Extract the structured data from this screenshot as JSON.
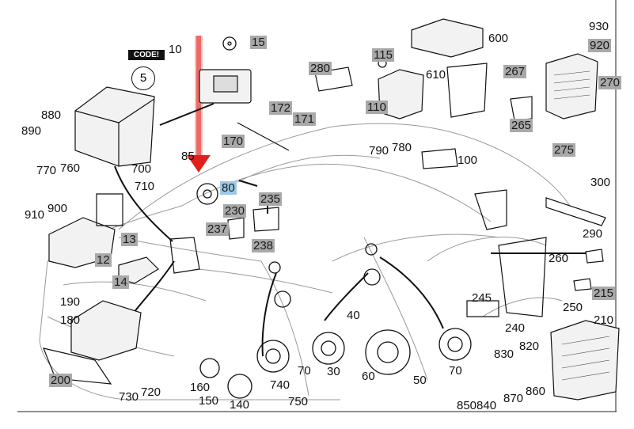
{
  "diagram": {
    "parts": [
      {
        "id": "p10",
        "text": "10",
        "style": "plain"
      },
      {
        "id": "p15",
        "text": "15",
        "style": "grey"
      },
      {
        "id": "p5",
        "text": "5",
        "style": "circle"
      },
      {
        "id": "p880",
        "text": "880",
        "style": "plain"
      },
      {
        "id": "p890",
        "text": "890",
        "style": "plain"
      },
      {
        "id": "p770",
        "text": "770",
        "style": "plain"
      },
      {
        "id": "p760",
        "text": "760",
        "style": "plain"
      },
      {
        "id": "p910",
        "text": "910",
        "style": "plain"
      },
      {
        "id": "p900",
        "text": "900",
        "style": "plain"
      },
      {
        "id": "p13",
        "text": "13",
        "style": "grey"
      },
      {
        "id": "p12",
        "text": "12",
        "style": "grey"
      },
      {
        "id": "p14",
        "text": "14",
        "style": "grey"
      },
      {
        "id": "p190",
        "text": "190",
        "style": "plain"
      },
      {
        "id": "p180",
        "text": "180",
        "style": "plain"
      },
      {
        "id": "p200",
        "text": "200",
        "style": "grey"
      },
      {
        "id": "p730",
        "text": "730",
        "style": "plain"
      },
      {
        "id": "p720",
        "text": "720",
        "style": "plain"
      },
      {
        "id": "p700",
        "text": "700",
        "style": "plain"
      },
      {
        "id": "p710",
        "text": "710",
        "style": "plain"
      },
      {
        "id": "p85",
        "text": "85",
        "style": "plain"
      },
      {
        "id": "p80",
        "text": "80",
        "style": "blue"
      },
      {
        "id": "p235",
        "text": "235",
        "style": "grey"
      },
      {
        "id": "p230",
        "text": "230",
        "style": "grey"
      },
      {
        "id": "p237",
        "text": "237",
        "style": "grey"
      },
      {
        "id": "p238",
        "text": "238",
        "style": "grey"
      },
      {
        "id": "p170",
        "text": "170",
        "style": "grey"
      },
      {
        "id": "p172",
        "text": "172",
        "style": "grey"
      },
      {
        "id": "p171",
        "text": "171",
        "style": "grey"
      },
      {
        "id": "p280",
        "text": "280",
        "style": "grey"
      },
      {
        "id": "p115",
        "text": "115",
        "style": "grey"
      },
      {
        "id": "p110",
        "text": "110",
        "style": "grey"
      },
      {
        "id": "p600",
        "text": "600",
        "style": "plain"
      },
      {
        "id": "p610",
        "text": "610",
        "style": "plain"
      },
      {
        "id": "p267",
        "text": "267",
        "style": "grey"
      },
      {
        "id": "p265",
        "text": "265",
        "style": "grey"
      },
      {
        "id": "p275",
        "text": "275",
        "style": "grey"
      },
      {
        "id": "p930",
        "text": "930",
        "style": "plain"
      },
      {
        "id": "p920",
        "text": "920",
        "style": "grey"
      },
      {
        "id": "p270",
        "text": "270",
        "style": "grey"
      },
      {
        "id": "p790",
        "text": "790",
        "style": "plain"
      },
      {
        "id": "p780",
        "text": "780",
        "style": "plain"
      },
      {
        "id": "p100",
        "text": "100",
        "style": "plain"
      },
      {
        "id": "p300",
        "text": "300",
        "style": "plain"
      },
      {
        "id": "p290",
        "text": "290",
        "style": "plain"
      },
      {
        "id": "p260",
        "text": "260",
        "style": "plain"
      },
      {
        "id": "p215",
        "text": "215",
        "style": "grey"
      },
      {
        "id": "p245",
        "text": "245",
        "style": "plain"
      },
      {
        "id": "p250",
        "text": "250",
        "style": "plain"
      },
      {
        "id": "p240",
        "text": "240",
        "style": "plain"
      },
      {
        "id": "p210",
        "text": "210",
        "style": "plain"
      },
      {
        "id": "p830",
        "text": "830",
        "style": "plain"
      },
      {
        "id": "p820",
        "text": "820",
        "style": "plain"
      },
      {
        "id": "p870",
        "text": "870",
        "style": "plain"
      },
      {
        "id": "p860",
        "text": "860",
        "style": "plain"
      },
      {
        "id": "p850840",
        "text": "850840",
        "style": "plain"
      },
      {
        "id": "p40",
        "text": "40",
        "style": "plain"
      },
      {
        "id": "p70a",
        "text": "70",
        "style": "plain"
      },
      {
        "id": "p30",
        "text": "30",
        "style": "plain"
      },
      {
        "id": "p60",
        "text": "60",
        "style": "plain"
      },
      {
        "id": "p50",
        "text": "50",
        "style": "plain"
      },
      {
        "id": "p70b",
        "text": "70",
        "style": "plain"
      },
      {
        "id": "p160",
        "text": "160",
        "style": "plain"
      },
      {
        "id": "p150",
        "text": "150",
        "style": "plain"
      },
      {
        "id": "p140",
        "text": "140",
        "style": "plain"
      },
      {
        "id": "p740",
        "text": "740",
        "style": "plain"
      },
      {
        "id": "p750",
        "text": "750",
        "style": "plain"
      }
    ],
    "code_badge": "CODE!"
  },
  "colors": {
    "grey_label": "#a9a9a9",
    "blue_label": "#9cc9e6",
    "arrow_red": "#e0201c",
    "line": "#111111"
  }
}
